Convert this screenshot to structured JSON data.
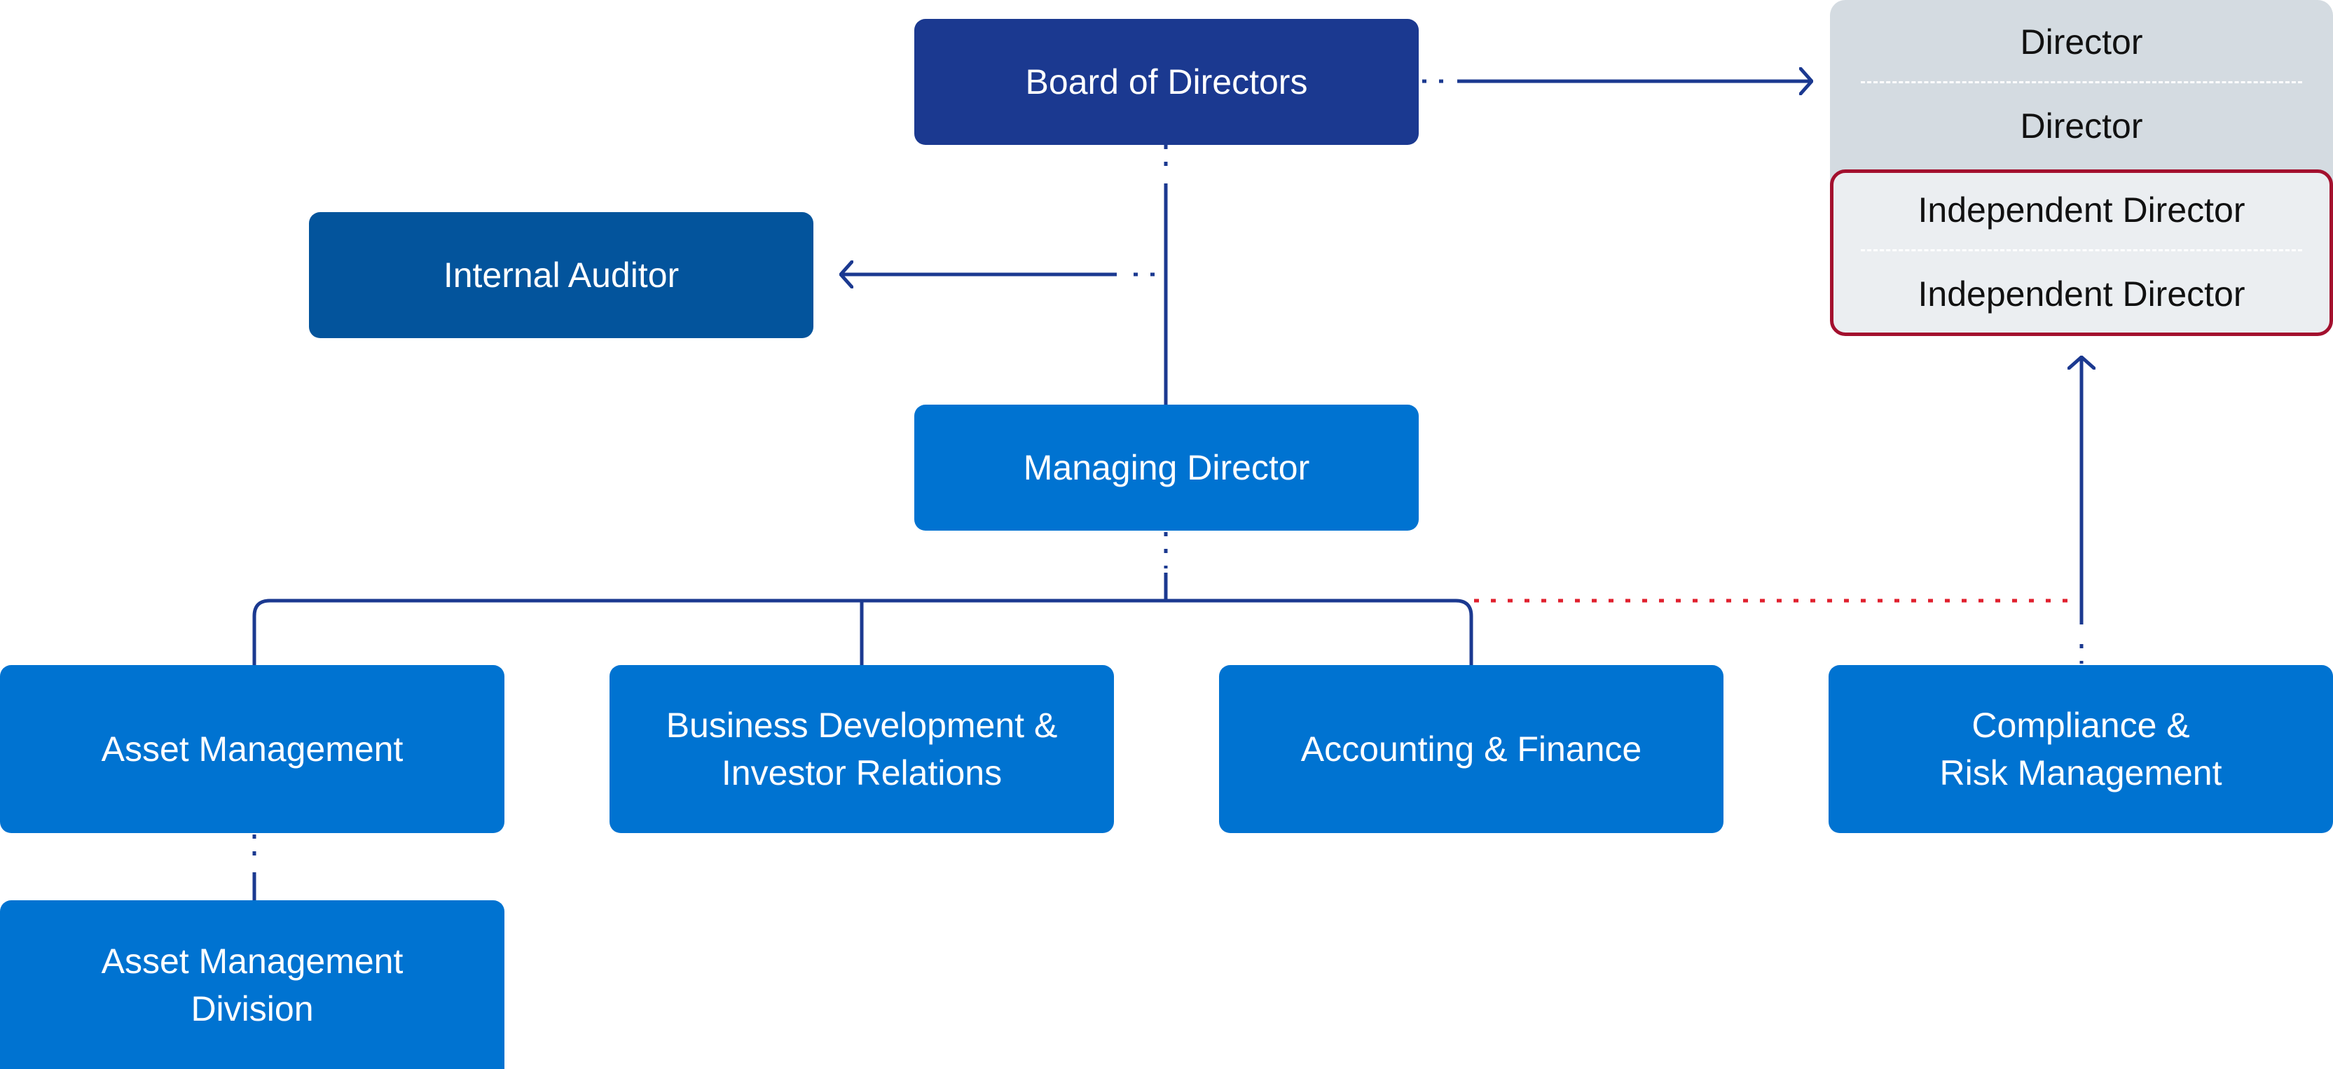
{
  "nodes": {
    "board": "Board of Directors",
    "internal_auditor": "Internal Auditor",
    "managing_director": "Managing Director",
    "asset_management": "Asset Management",
    "bd_ir": [
      "Business Development &",
      "Investor Relations"
    ],
    "accounting_finance": "Accounting & Finance",
    "compliance": [
      "Compliance &",
      "Risk Management"
    ],
    "asset_management_division": [
      "Asset Management",
      "Division"
    ]
  },
  "board_members": {
    "directors": [
      "Director",
      "Director"
    ],
    "independent_directors": [
      "Independent Director",
      "Independent Director"
    ]
  },
  "colors": {
    "board_box": "#1b3990",
    "auditor_box": "#03549c",
    "unit_box": "#0073d1",
    "line": "#1b3990",
    "advisory_line": "#e0202e",
    "independent_border": "#a3102e"
  }
}
